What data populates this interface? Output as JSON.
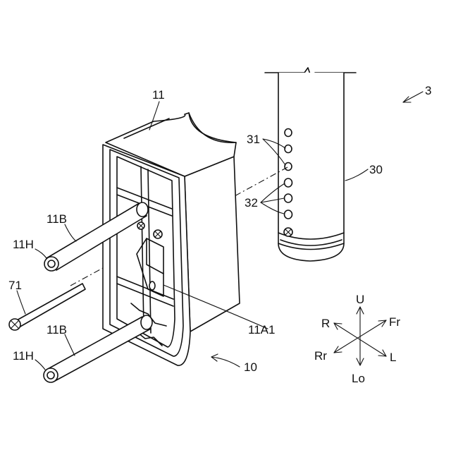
{
  "labels": {
    "assembly": "3",
    "mount_box": "11",
    "pipe": "30",
    "holes_upper": "31",
    "holes_lower": "32",
    "rod_upper": "11B",
    "rod_upper_end": "11H",
    "screw": "71",
    "rod_lower": "11B",
    "rod_lower_end": "11H",
    "inner_part": "11A1",
    "unit": "10"
  },
  "directions": {
    "up": "U",
    "down": "Lo",
    "right": "R",
    "left": "L",
    "front": "Fr",
    "rear": "Rr"
  }
}
